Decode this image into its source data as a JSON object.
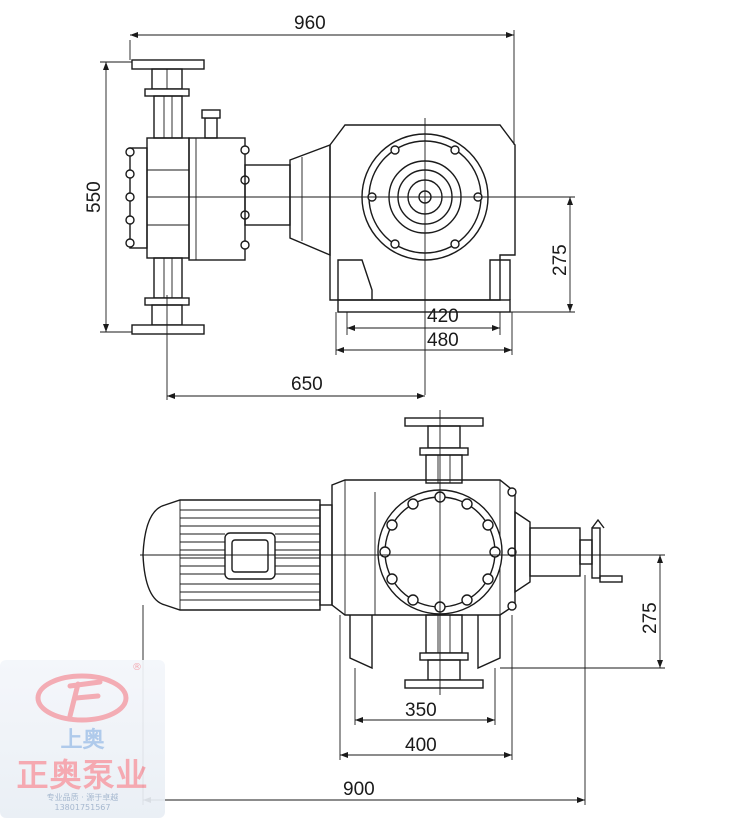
{
  "dimensions": {
    "top_width": "960",
    "top_height": "550",
    "top_center_height": "275",
    "top_base_inner": "420",
    "top_base_outer": "480",
    "top_offset": "650",
    "bottom_center_height": "275",
    "bottom_base_inner": "350",
    "bottom_base_outer": "400",
    "bottom_total": "900"
  },
  "logo": {
    "mark": "F",
    "registered": "®",
    "line1": "上奥",
    "line2": "正奥泵业",
    "slogan": "专业品质 · 源于卓越",
    "phone": "13801751567",
    "colors": {
      "red": "#e9384a",
      "blue": "#2f7ed8"
    }
  }
}
